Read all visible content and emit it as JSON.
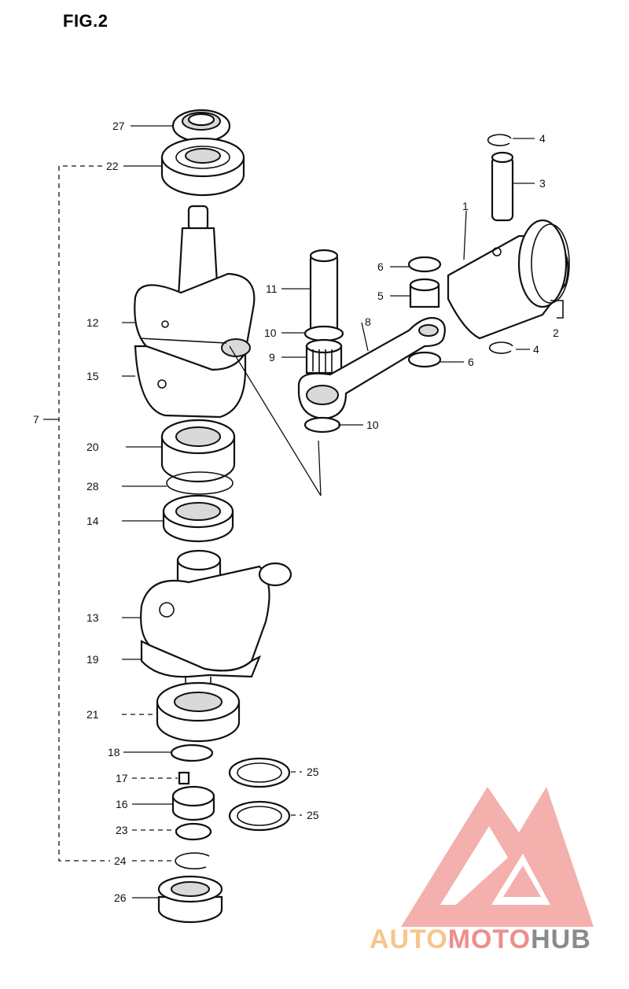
{
  "figure": {
    "title": "FIG.2"
  },
  "labels": {
    "p1": "1",
    "p2": "2",
    "p3": "3",
    "p4a": "4",
    "p4b": "4",
    "p5": "5",
    "p6a": "6",
    "p6b": "6",
    "p7": "7",
    "p8": "8",
    "p9": "9",
    "p10a": "10",
    "p10b": "10",
    "p11": "11",
    "p12": "12",
    "p13": "13",
    "p14": "14",
    "p15": "15",
    "p16": "16",
    "p17": "17",
    "p18": "18",
    "p19": "19",
    "p20": "20",
    "p21": "21",
    "p22": "22",
    "p23": "23",
    "p24": "24",
    "p25a": "25",
    "p25b": "25",
    "p26": "26",
    "p27": "27",
    "p28": "28"
  },
  "watermark": {
    "part1": "AUTO",
    "part2": "MOTO",
    "part3": "HUB",
    "colors": {
      "auto": "#f7c58a",
      "moto": "#ee8e8b",
      "hub": "#8b8b8b",
      "logo": "#f2a39f"
    }
  }
}
